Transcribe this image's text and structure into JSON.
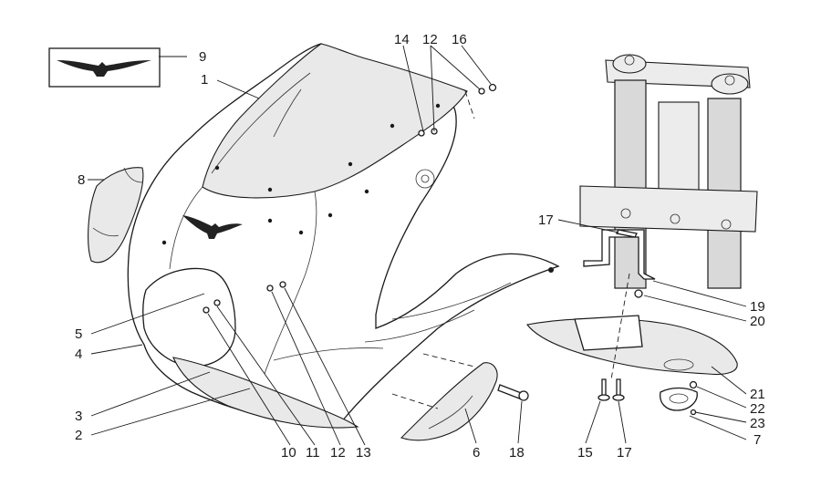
{
  "callouts": {
    "n1": "1",
    "n2": "2",
    "n3": "3",
    "n4": "4",
    "n5": "5",
    "n6": "6",
    "n7": "7",
    "n8": "8",
    "n9": "9",
    "n10": "10",
    "n11": "11",
    "n12a": "12",
    "n12b": "12",
    "n13": "13",
    "n14": "14",
    "n15": "15",
    "n16": "16",
    "n17a": "17",
    "n17b": "17",
    "n18": "18",
    "n19": "19",
    "n20": "20",
    "n21": "21",
    "n22": "22",
    "n23": "23"
  },
  "icons": {
    "eagle_logo": "eagle-emblem-icon"
  }
}
